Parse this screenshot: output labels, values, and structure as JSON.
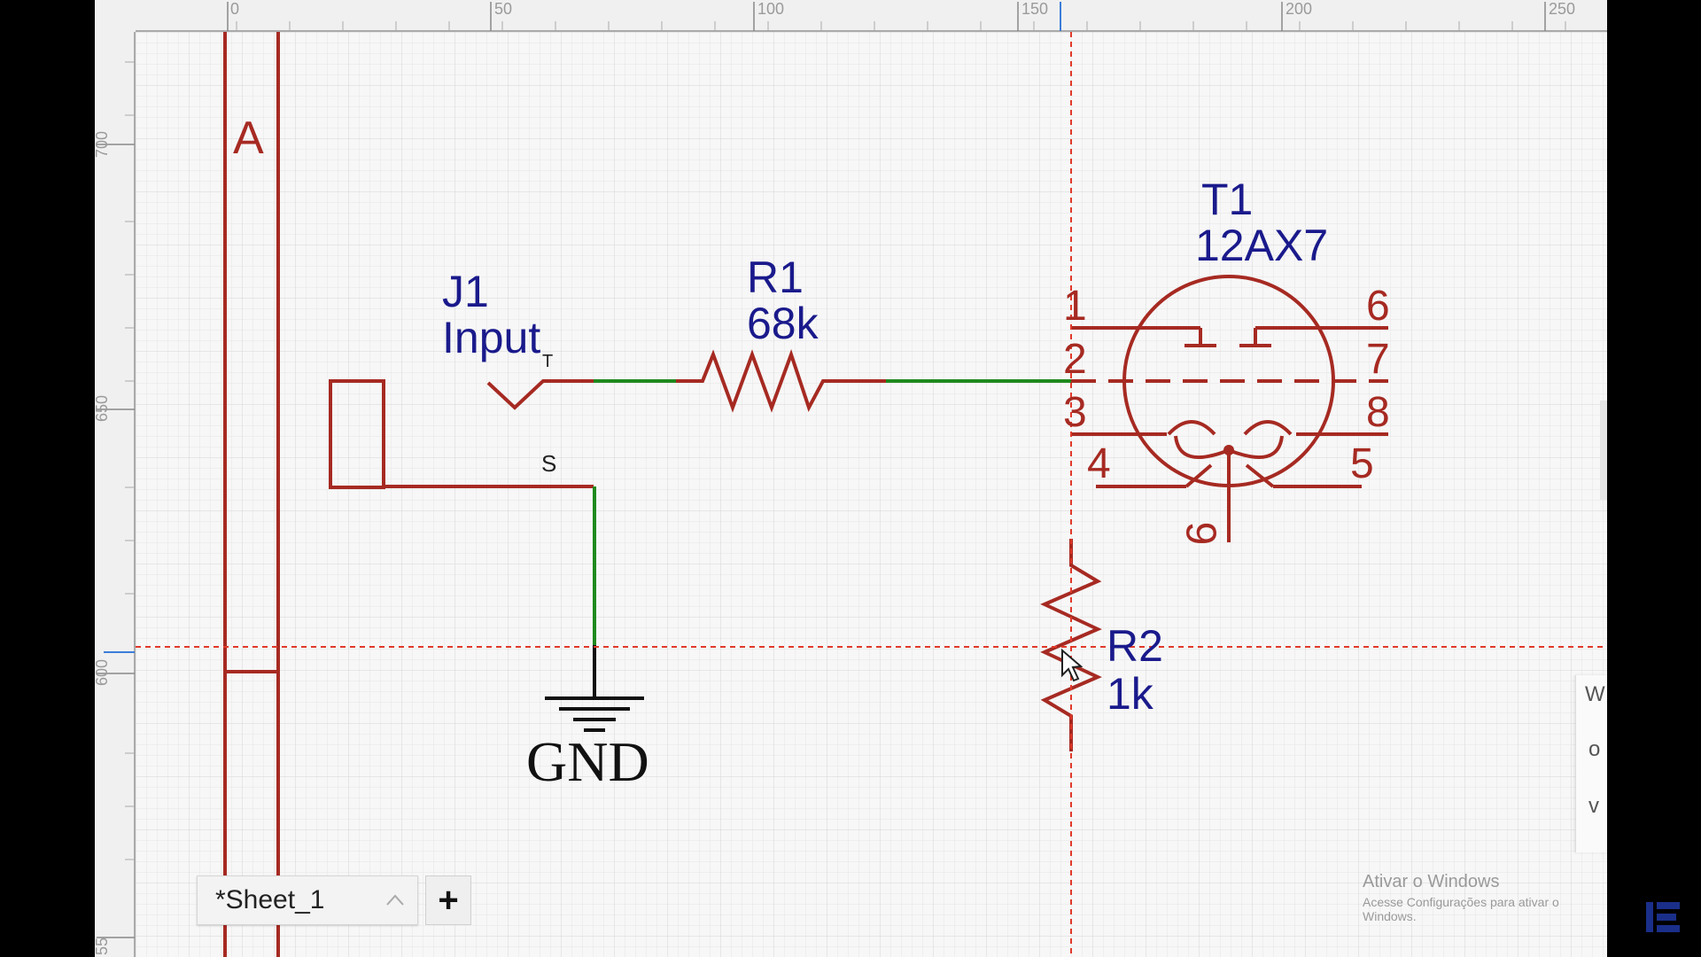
{
  "ruler": {
    "top_labels": [
      "0",
      "50",
      "100",
      "150",
      "200",
      "250"
    ],
    "left_labels": [
      "700",
      "650",
      "600",
      "55"
    ]
  },
  "schematic": {
    "bus_label": "A",
    "j1": {
      "ref": "J1",
      "value": "Input",
      "pin_t": "T",
      "pin_s": "S"
    },
    "r1": {
      "ref": "R1",
      "value": "68k"
    },
    "r2": {
      "ref": "R2",
      "value": "1k"
    },
    "t1": {
      "ref": "T1",
      "value": "12AX7",
      "pins": [
        "1",
        "2",
        "3",
        "4",
        "5",
        "6",
        "7",
        "8",
        "9"
      ]
    },
    "gnd": "GND"
  },
  "colors": {
    "symbol": "#a62a22",
    "wire": "#1f8a1f",
    "label": "#1a1a8c",
    "crosshair": "#e03a2a"
  },
  "sheet_tab": {
    "label": "*Sheet_1",
    "add": "+"
  },
  "right_panel": {
    "letters": [
      "W",
      "o",
      "v"
    ]
  },
  "watermark": {
    "title": "Ativar o Windows",
    "subtitle": "Acesse Configurações para ativar o Windows."
  }
}
